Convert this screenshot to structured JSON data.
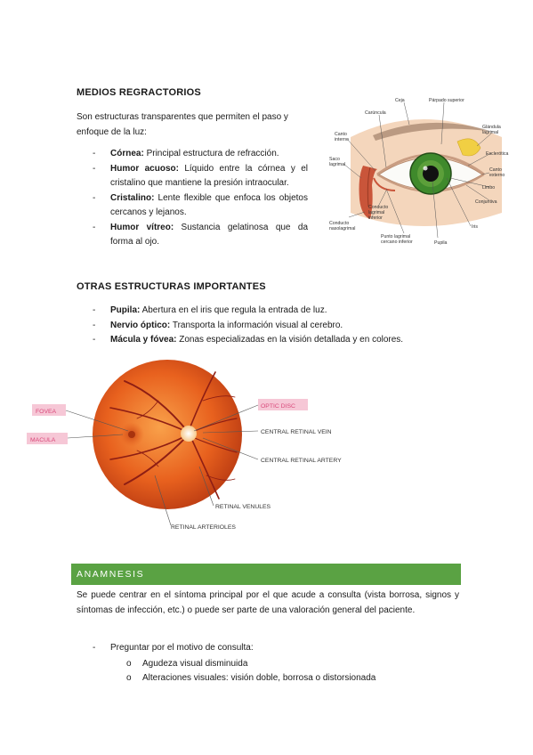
{
  "section1": {
    "title": "MEDIOS REGRACTORIOS",
    "intro": "Son estructuras transparentes que permiten el paso y enfoque de la luz:",
    "items": [
      {
        "term": "Córnea:",
        "desc": " Principal estructura de refracción."
      },
      {
        "term": "Humor acuoso:",
        "desc": " Líquido entre la córnea y el cristalino que mantiene la presión intraocular."
      },
      {
        "term": "Cristalino:",
        "desc": " Lente flexible que enfoca los objetos cercanos y lejanos."
      },
      {
        "term": "Humor vítreo:",
        "desc": " Sustancia gelatinosa que da forma al ojo."
      }
    ]
  },
  "eye_figure": {
    "labels": {
      "ceja": "Ceja",
      "parpado": "Párpado superior",
      "caruncula": "Carúncula",
      "glandula_1": "Glándula",
      "glandula_2": "lagrimal",
      "canto_int_1": "Canto",
      "canto_int_2": "interno",
      "esclerotica": "Esclerótica",
      "saco_1": "Saco",
      "saco_2": "lagrimal",
      "canto_ext_1": "Canto",
      "canto_ext_2": "externo",
      "limbo": "Limbo",
      "conjuntiva": "Conjuntiva",
      "cond_inf_1": "Conducto",
      "cond_inf_2": "lagrimal",
      "cond_inf_3": "inferior",
      "iris": "Iris",
      "cond_naso_1": "Conducto",
      "cond_naso_2": "nasolagrimal",
      "punto_1": "Punto lagrimal",
      "punto_2": "cercano inferior",
      "pupila": "Pupila"
    },
    "colors": {
      "iris": "#3f8a2c",
      "skin": "#f2d2b4",
      "gland": "#f1cf43",
      "sac": "#c9553a"
    }
  },
  "section2": {
    "title": "OTRAS ESTRUCTURAS IMPORTANTES",
    "items": [
      {
        "term": "Pupila:",
        "desc": " Abertura en el iris que regula la entrada de luz."
      },
      {
        "term": "Nervio óptico:",
        "desc": " Transporta la información visual al cerebro."
      },
      {
        "term": "Mácula y fóvea:",
        "desc": " Zonas especializadas en la visión detallada y en colores."
      }
    ]
  },
  "fundus_figure": {
    "labels": {
      "fovea": "FOVEA",
      "macula": "MACULA",
      "optic_disc": "OPTIC DISC",
      "vein": "CENTRAL RETINAL VEIN",
      "artery": "CENTRAL RETINAL ARTERY",
      "venules": "RETINAL VENULES",
      "arterioles": "RETINAL ARTERIOLES"
    },
    "colors": {
      "highlight": "#f6c7d6",
      "retina": "#e8611e",
      "vessel": "#8e1e14"
    }
  },
  "anamnesis": {
    "heading": "ANAMNESIS",
    "bar_color": "#5aa243",
    "paragraph": "Se puede centrar en el síntoma principal por el que acude a consulta (vista borrosa, signos y síntomas de infección, etc.) o puede ser parte de una valoración general del paciente.",
    "item": "Preguntar por el motivo de consulta:",
    "sub_items": [
      "Agudeza visual disminuida",
      "Alteraciones visuales: visión doble, borrosa o distorsionada"
    ],
    "sub_bullet": "o"
  }
}
